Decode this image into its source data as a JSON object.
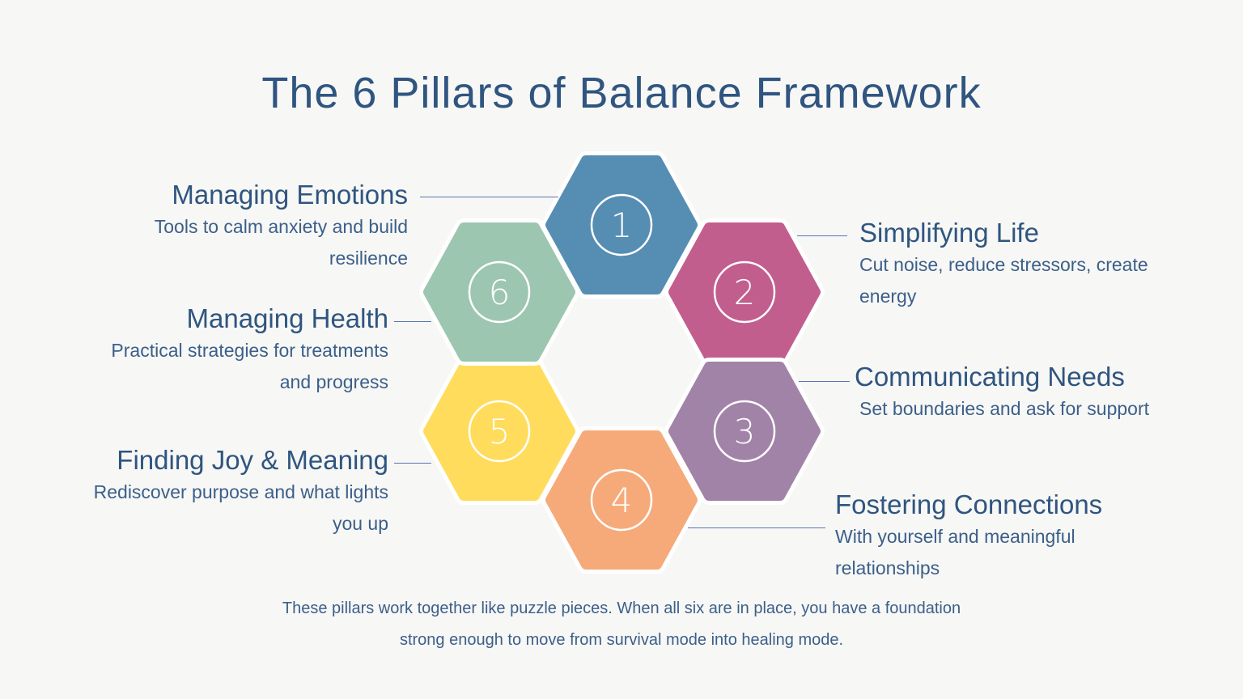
{
  "title": "The 6 Pillars of Balance Framework",
  "pillars": [
    {
      "number": "1",
      "color": "#568db3",
      "heading": "Managing Emotions",
      "lines": [
        "Tools to calm anxiety and build",
        "resilience"
      ]
    },
    {
      "number": "2",
      "color": "#c25e8e",
      "heading": "Simplifying Life",
      "lines": [
        "Cut noise, reduce stressors, create",
        "energy"
      ]
    },
    {
      "number": "3",
      "color": "#a283a8",
      "heading": "Communicating Needs",
      "lines": [
        "Set boundaries and ask for support"
      ]
    },
    {
      "number": "4",
      "color": "#f6aa7a",
      "heading": "Fostering Connections",
      "lines": [
        "With yourself and meaningful",
        "relationships"
      ]
    },
    {
      "number": "5",
      "color": "#ffdc5c",
      "heading": "Finding Joy & Meaning",
      "lines": [
        "Rediscover purpose and what lights",
        "you up"
      ]
    },
    {
      "number": "6",
      "color": "#9dc6b0",
      "heading": "Managing Health",
      "lines": [
        "Practical strategies for treatments",
        "and progress"
      ]
    }
  ],
  "footer": [
    "These pillars work together like puzzle pieces. When all six are in place, you have a foundation",
    "strong enough to move from survival mode into healing mode."
  ]
}
